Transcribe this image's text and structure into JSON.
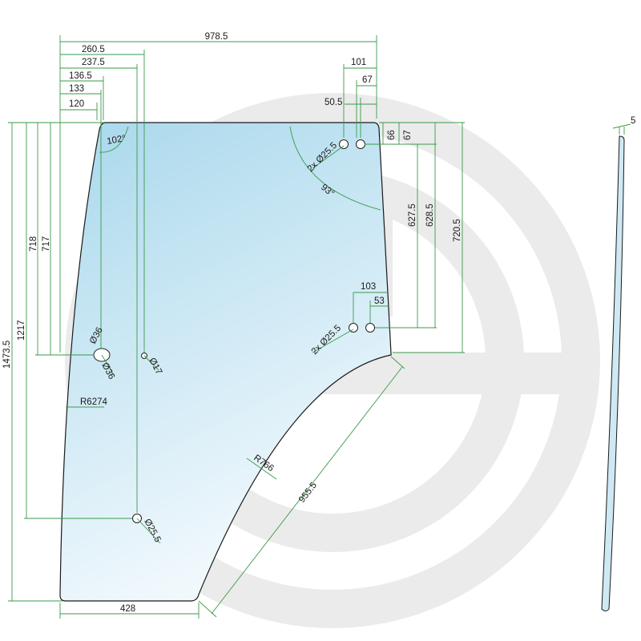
{
  "colors": {
    "glass_top": "#a9d8ec",
    "glass_bottom": "#f2f9fd",
    "dimension_line": "#3a9a4a",
    "outline": "#1a1a1a",
    "watermark": "#ebebeb"
  },
  "top_dims": {
    "total_width": "978.5",
    "d260": "260.5",
    "d237": "237.5",
    "d136": "136.5",
    "d133": "133",
    "d120": "120",
    "d101": "101",
    "d67": "67",
    "d50": "50.5"
  },
  "angles": {
    "top_left": "102°",
    "top_right": "93°"
  },
  "holes": {
    "upper_pair": "2x Ø25.5",
    "lower_pair": "2x Ø25.5",
    "left_large_a": "Ø36",
    "left_large_b": "Ø36",
    "small": "Ø17",
    "bottom": "Ø25.5"
  },
  "right_dims": {
    "d66": "66",
    "d67": "67",
    "d627": "627.5",
    "d628": "628.5",
    "d720": "720.5",
    "d103": "103",
    "d53": "53"
  },
  "left_dims": {
    "total_height": "1473.5",
    "d1217": "1217",
    "d718": "718",
    "d717": "717"
  },
  "radii": {
    "left_edge": "R6274",
    "cutout": "R766"
  },
  "bottom_dims": {
    "bottom_width": "428",
    "diagonal": "955.5"
  },
  "side_view": {
    "thickness": "5"
  }
}
